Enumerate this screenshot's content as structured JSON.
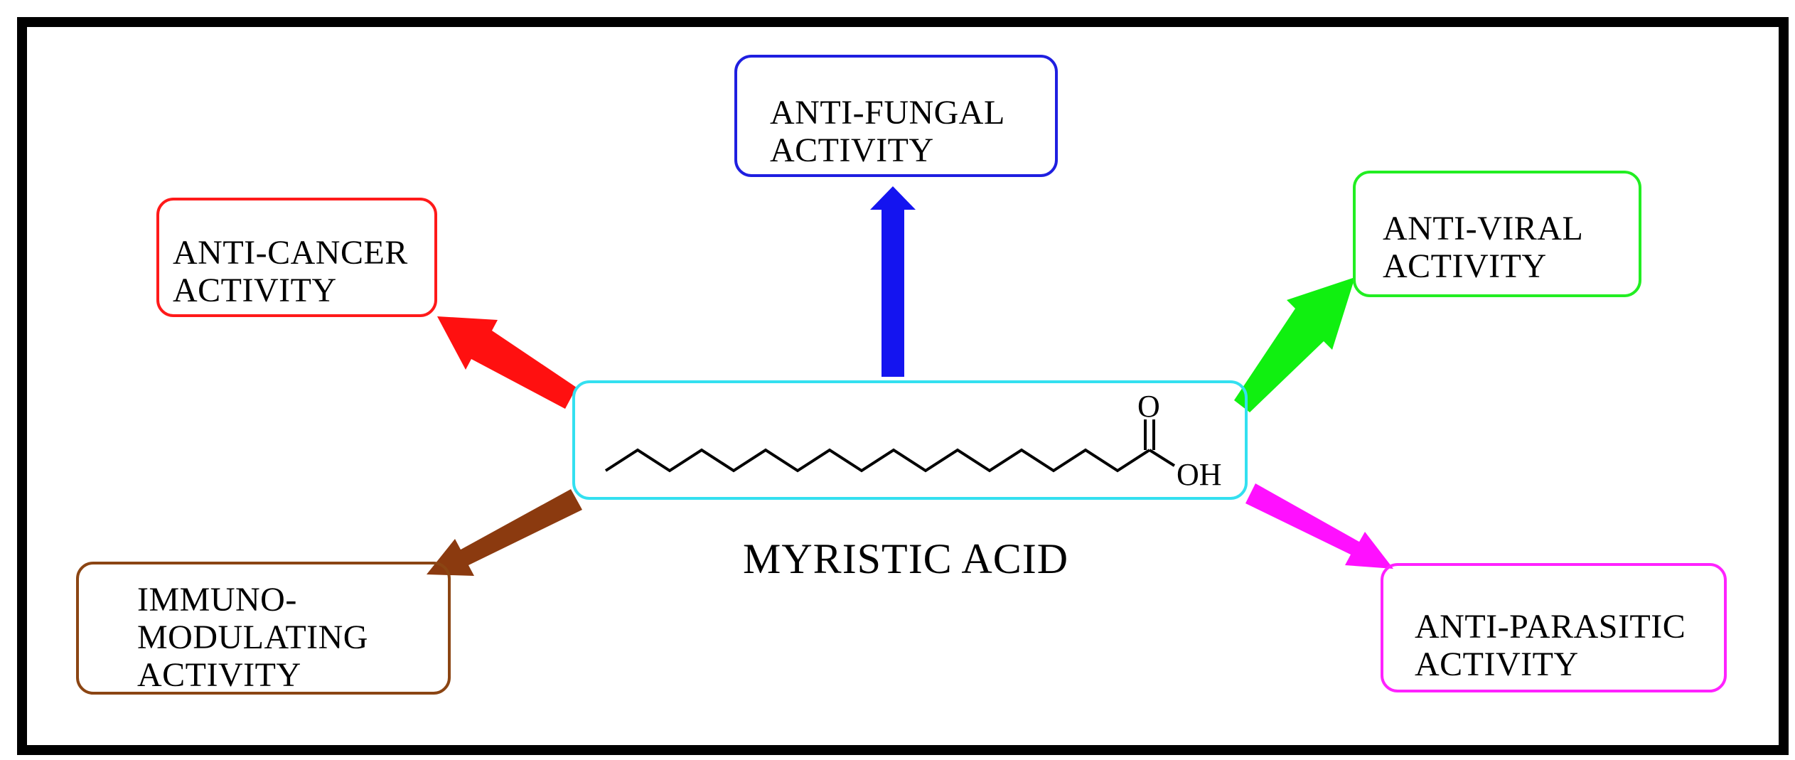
{
  "molecule": {
    "name": "MYRISTIC ACID",
    "carbonyl_oxygen": "O",
    "hydroxyl": "OH"
  },
  "activities": {
    "anti_fungal": {
      "label": "ANTI-FUNGAL\nACTIVITY",
      "color": "#1f1fe0"
    },
    "anti_cancer": {
      "label": "ANTI-CANCER\nACTIVITY",
      "color": "#ff1a1a"
    },
    "anti_viral": {
      "label": "ANTI-VIRAL\nACTIVITY",
      "color": "#22ee22"
    },
    "immunomodulating": {
      "label": "IMMUNO-\nMODULATING\nACTIVITY",
      "color": "#8b4513"
    },
    "anti_parasitic": {
      "label": "ANTI-PARASITIC\nACTIVITY",
      "color": "#ff22ff"
    }
  },
  "colors": {
    "molecule_box": "#33e0f0",
    "frame": "#000000",
    "arrow_up": "#1414f0",
    "arrow_cancer": "#ff1010",
    "arrow_viral": "#10f010",
    "arrow_immuno": "#8b3a0f",
    "arrow_parasitic": "#ff10ff"
  }
}
